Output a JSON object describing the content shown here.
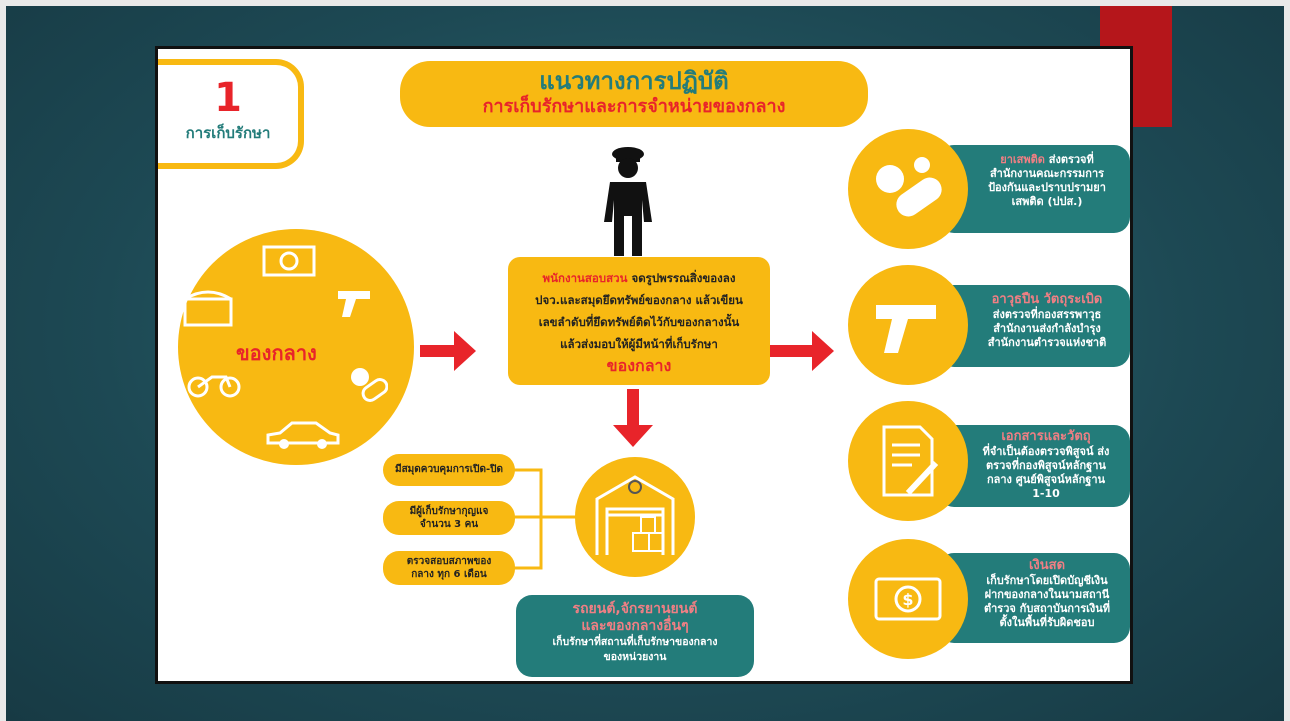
{
  "badge": {
    "number": "1",
    "label": "การเก็บรักษา"
  },
  "title": {
    "main": "แนวทางการปฏิบัติ",
    "sub": "การเก็บรักษาและการจำหน่ายของกลาง"
  },
  "evidence_circle": {
    "label": "ของกลาง"
  },
  "center_box": {
    "highlight": "พนักงานสอบสวน",
    "lines": [
      "จดรูปพรรณสิ่งของลง",
      "ปจว.และสมุดยึดทรัพย์ของกลาง แล้วเขียน",
      "เลขลำดับที่ยึดทรัพย์ติดไว้กับของกลางนั้น",
      "แล้วส่งมอบให้ผู้มีหน้าที่เก็บรักษา"
    ],
    "footer": "ของกลาง"
  },
  "storage_rules": [
    "มีสมุดควบคุมการเปิด-ปิด",
    "มีผู้เก็บรักษากุญแจ จำนวน 3 คน",
    "ตรวจสอบสภาพของกลาง ทุก 6 เดือน"
  ],
  "vehicles_box": {
    "title1": "รถยนต์,จักรยานยนต์",
    "title2": "และของกลางอื่นๆ",
    "text1": "เก็บรักษาที่สถานที่เก็บรักษาของกลาง",
    "text2": "ของหน่วยงาน"
  },
  "categories": [
    {
      "title": "ยาเสพติด",
      "lines": [
        "ส่งตรวจที่",
        "สำนักงานคณะกรรมการ",
        "ป้องกันและปราบปรามยา",
        "เสพติด (ปปส.)"
      ]
    },
    {
      "title": "อาวุธปืน วัตถุระเบิด",
      "lines": [
        "ส่งตรวจที่กองสรรพาวุธ",
        "สำนักงานส่งกำลังบำรุง",
        "สำนักงานตำรวจแห่งชาติ"
      ]
    },
    {
      "title": "เอกสารและวัตถุ",
      "lines": [
        "ที่จำเป็นต้องตรวจพิสูจน์ ส่ง",
        "ตรวจที่กองพิสูจน์หลักฐาน",
        "กลาง ศูนย์พิสูจน์หลักฐาน",
        "1-10"
      ]
    },
    {
      "title": "เงินสด",
      "lines": [
        "เก็บรักษาโดยเปิดบัญชีเงิน",
        "ฝากของกลางในนามสถานี",
        "ตำรวจ กับสถาบันการเงินที่",
        "ตั้งในพื้นที่รับผิดชอบ"
      ]
    }
  ],
  "colors": {
    "yellow": "#f8b912",
    "teal": "#237c7a",
    "red": "#e8242a"
  }
}
